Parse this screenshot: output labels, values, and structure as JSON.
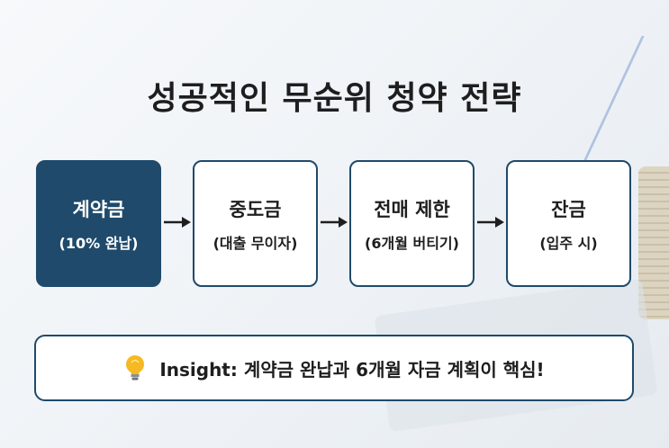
{
  "title": "성공적인 무순위 청약 전략",
  "steps": [
    {
      "main": "계약금",
      "sub": "(10% 완납)"
    },
    {
      "main": "중도금",
      "sub": "(대출 무이자)"
    },
    {
      "main": "전매 제한",
      "sub": "(6개월 버티기)"
    },
    {
      "main": "잔금",
      "sub": "(입주 시)"
    }
  ],
  "insight": {
    "text": "Insight: 계약금 완납과 6개월 자금 계획이 핵심!",
    "icon": "lightbulb-icon"
  },
  "colors": {
    "accent": "#1f4a6b",
    "bulb": "#f5b921"
  }
}
